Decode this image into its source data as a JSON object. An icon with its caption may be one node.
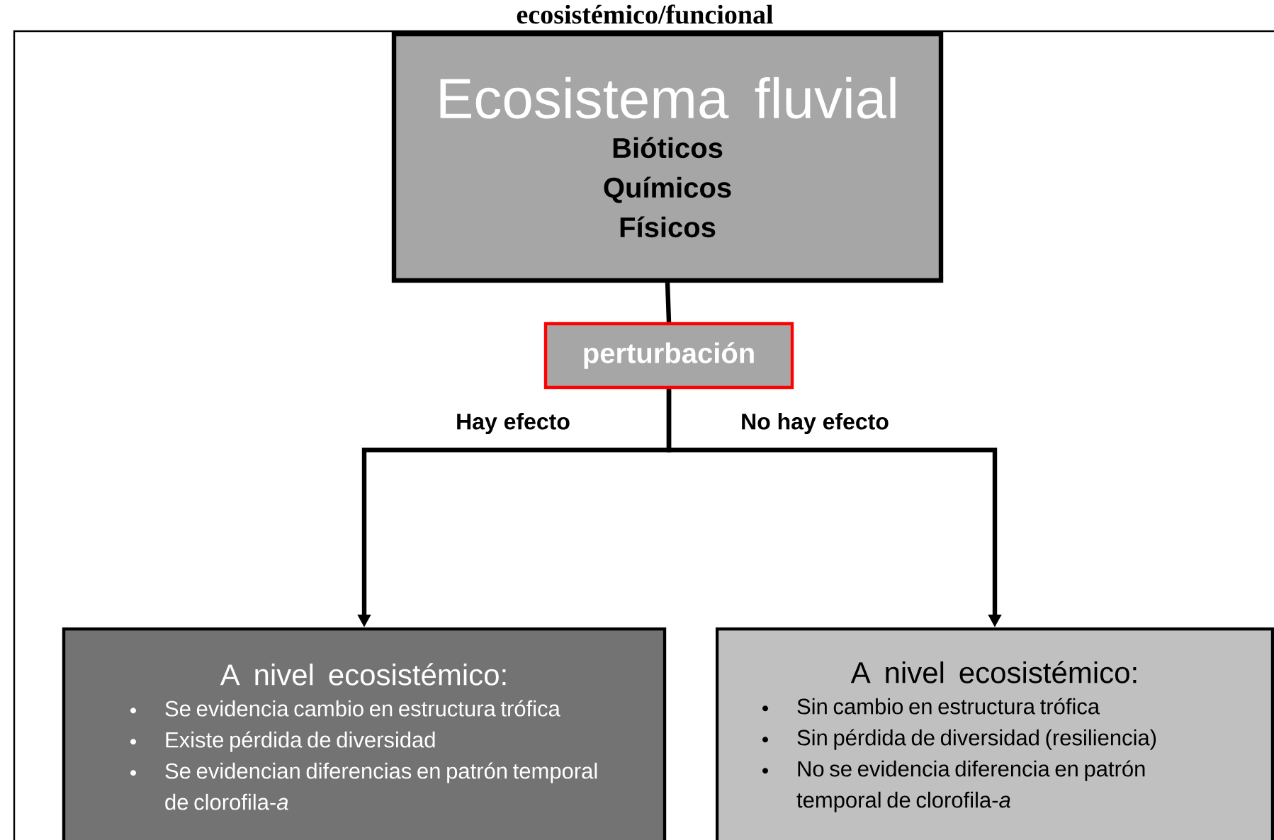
{
  "diagram": {
    "title": "ecosistémico/funcional",
    "nodes": [
      {
        "text": [
          "Ecosistema fluvial",
          "Bióticos",
          "Químicos",
          "Físicos"
        ]
      },
      {
        "text": [
          "perturbación"
        ]
      },
      {
        "text": [
          "A nivel ecosistémico:",
          "Se evidencia cambio en estructura trófica",
          "Existe pérdida de diversidad",
          "Se evidencian diferencias en patrón temporal de clorofila-*a*"
        ]
      },
      {
        "text": [
          "A nivel ecosistémico:",
          "Sin cambio en estructura trófica",
          "Sin pérdida de diversidad (resiliencia)",
          "No se evidencia diferencia en patrón temporal de clorofila-*a*"
        ]
      }
    ],
    "edges": [
      {
        "from": 0,
        "to": 1,
        "arrow": "none"
      },
      {
        "from": 1,
        "to": 2,
        "arrow": "to",
        "label": "Hay efecto"
      },
      {
        "from": 1,
        "to": 3,
        "arrow": "to",
        "label": "No hay efecto"
      }
    ]
  }
}
